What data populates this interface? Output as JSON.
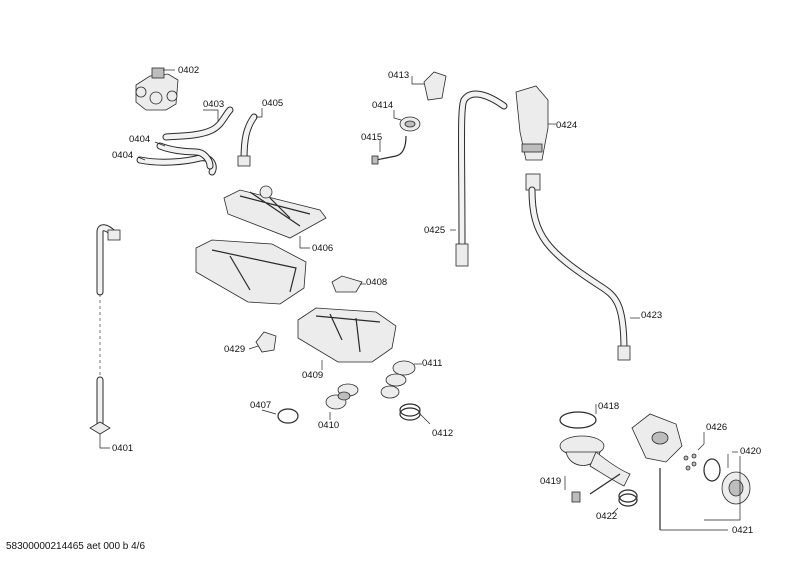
{
  "labels": {
    "l0401": "0401",
    "l0402": "0402",
    "l0403": "0403",
    "l0404a": "0404",
    "l0404b": "0404",
    "l0405": "0405",
    "l0406": "0406",
    "l0407": "0407",
    "l0408": "0408",
    "l0409": "0409",
    "l0410": "0410",
    "l0411": "0411",
    "l0412": "0412",
    "l0413": "0413",
    "l0414": "0414",
    "l0415": "0415",
    "l0418": "0418",
    "l0419": "0419",
    "l0420": "0420",
    "l0421": "0421",
    "l0422": "0422",
    "l0423": "0423",
    "l0424": "0424",
    "l0425": "0425",
    "l0426": "0426",
    "l0429": "0429"
  },
  "footer": "58300000214465 aet 000 b 4/6"
}
